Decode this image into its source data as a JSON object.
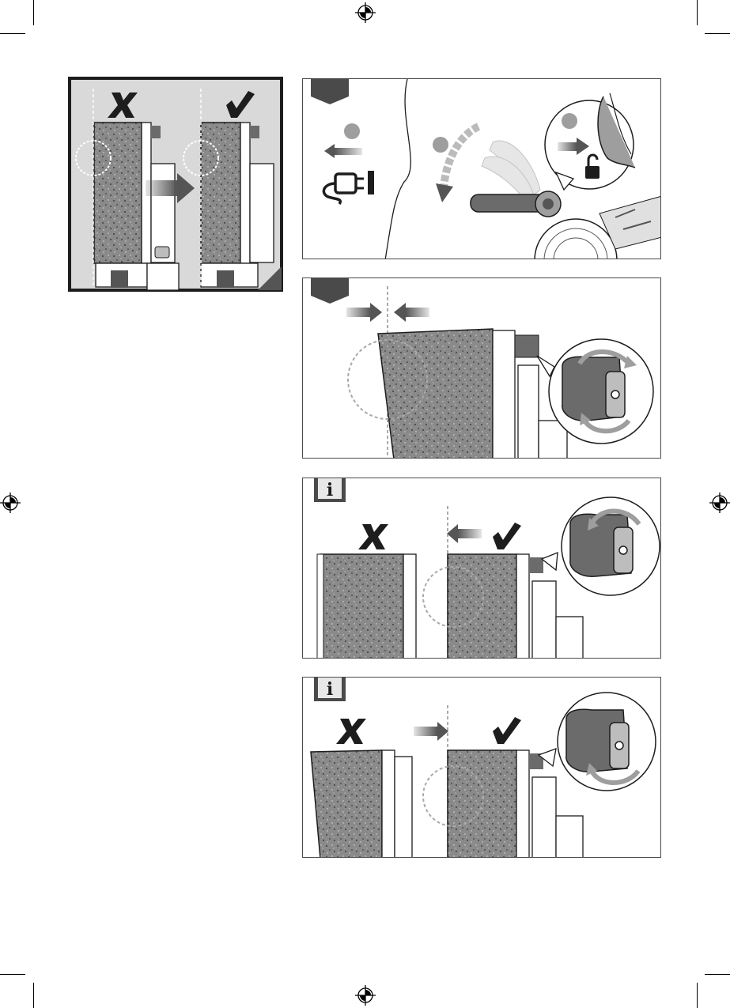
{
  "page": {
    "background": "#ffffff",
    "ink": "#1d1d1d",
    "grey_panel": "#d9d9d9",
    "info_box_bg": "#e8e8e8",
    "step_tab_color": "#4a4a4a"
  },
  "figure_overview": {
    "icons": [
      "wrong-mark-icon",
      "correct-mark-icon",
      "arrow-right-icon"
    ]
  },
  "step_a": {
    "icons": [
      "step-tab",
      "step-dot-1",
      "step-dot-2",
      "step-dot-3",
      "unplug-icon",
      "rotate-lever-arrow-icon",
      "unlock-icon",
      "push-arrow-icon"
    ]
  },
  "step_b": {
    "icons": [
      "step-tab",
      "align-arrows-icon",
      "adjust-knob-icon"
    ]
  },
  "info_1": {
    "icon_letter": "i",
    "icons": [
      "wrong-mark-icon",
      "correct-mark-icon",
      "arrow-left-icon",
      "adjust-knob-icon"
    ]
  },
  "info_2": {
    "icon_letter": "i",
    "icons": [
      "wrong-mark-icon",
      "correct-mark-icon",
      "arrow-right-icon",
      "adjust-knob-icon"
    ]
  }
}
